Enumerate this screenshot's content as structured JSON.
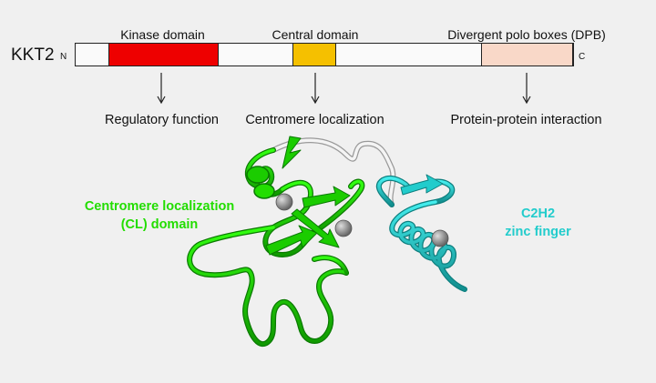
{
  "protein": {
    "name": "KKT2",
    "n_terminus": "N",
    "c_terminus": "C"
  },
  "domains": [
    {
      "title": "Kinase domain",
      "function": "Regulatory function",
      "color": "#ee0000"
    },
    {
      "title": "Central domain",
      "function": "Centromere localization",
      "color": "#f5c000"
    },
    {
      "title": "Divergent polo boxes (DPB)",
      "function": "Protein-protein interaction",
      "color": "#f9d8c8"
    }
  ],
  "structure": {
    "cl_domain_label": "Centromere localization\n(CL) domain",
    "cl_domain_color": "#22dd00",
    "zinc_finger_label": "C2H2\nzinc finger",
    "zinc_finger_color": "#22cccc",
    "linker_color": "#dddddd",
    "zinc_ion_color": "#888888"
  }
}
